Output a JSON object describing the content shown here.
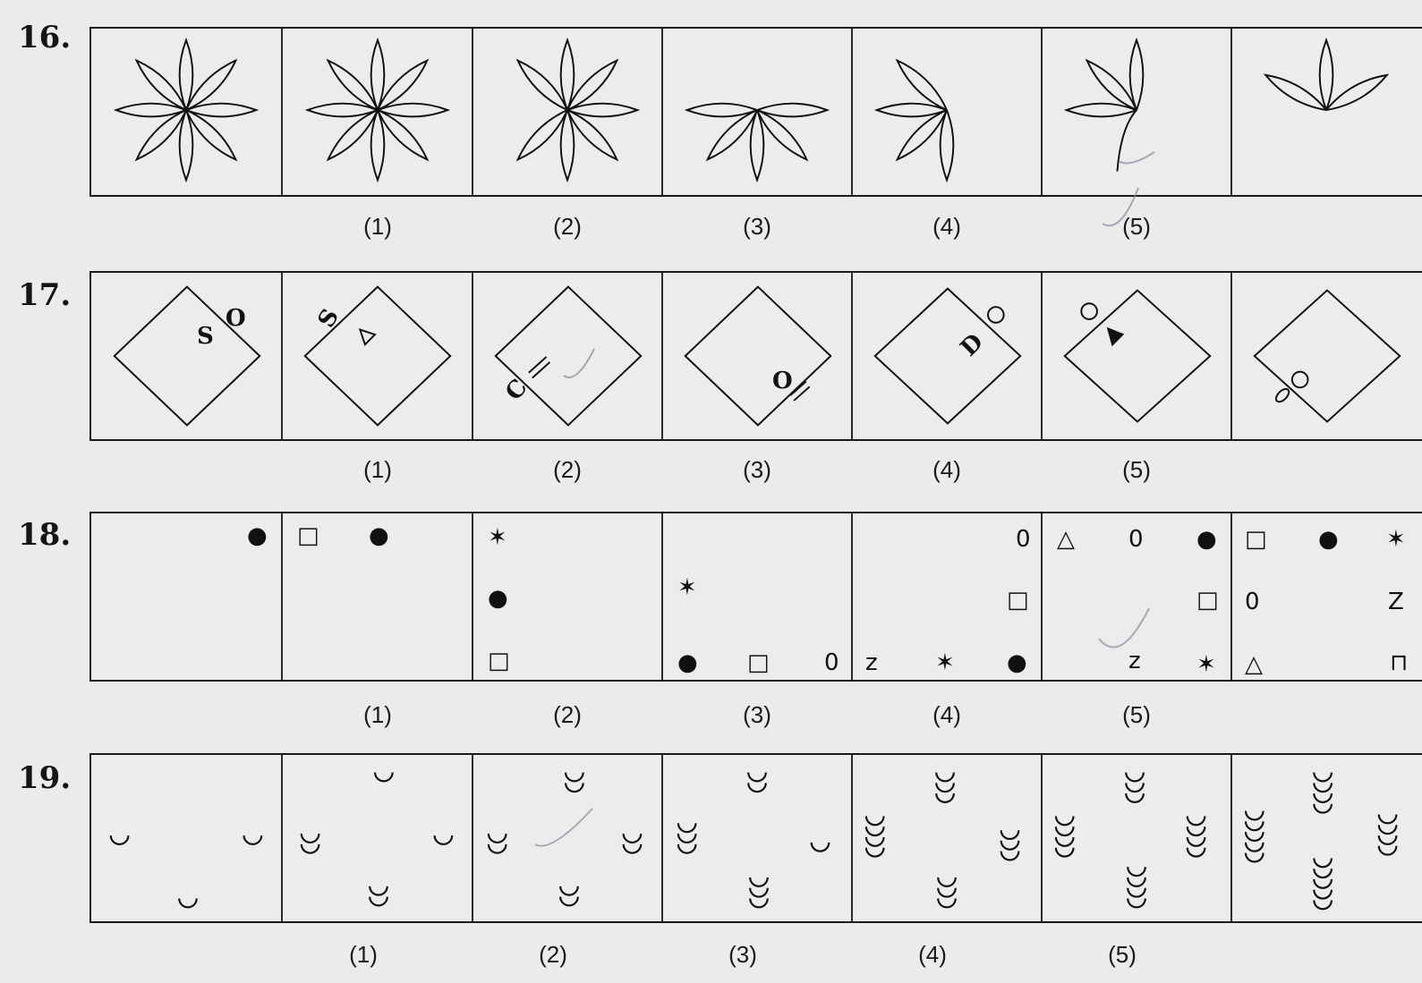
{
  "questions": [
    {
      "number": "16.",
      "labels": [
        "(1)",
        "(2)",
        "(3)",
        "(4)",
        "(5)"
      ]
    },
    {
      "number": "17.",
      "labels": [
        "(1)",
        "(2)",
        "(3)",
        "(4)",
        "(5)"
      ]
    },
    {
      "number": "18.",
      "labels": [
        "(1)",
        "(2)",
        "(3)",
        "(4)",
        "(5)"
      ]
    },
    {
      "number": "19.",
      "labels": [
        "(1)",
        "(2)",
        "(3)",
        "(4)",
        "(5)"
      ]
    }
  ],
  "q17_letters": {
    "s": "S",
    "o": "O",
    "c": "C",
    "d": "D"
  },
  "q18_letters": {
    "zero": "0",
    "z": "z",
    "Z": "Z"
  },
  "colors": {
    "ink": "#111111",
    "paper": "#ebebeb",
    "pencil": "#8a8aa0"
  }
}
